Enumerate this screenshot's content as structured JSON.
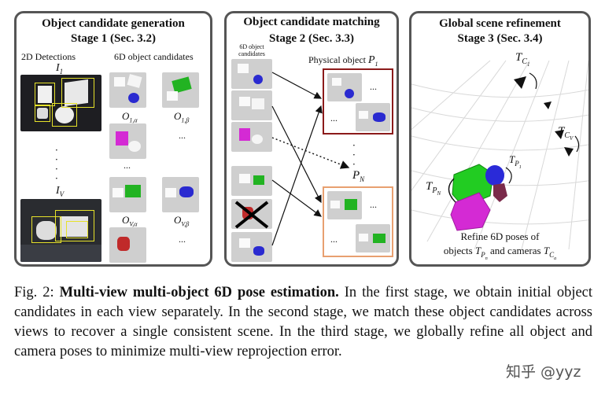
{
  "stage1": {
    "title_line1": "Object candidate generation",
    "title_line2": "Stage 1 (Sec. 3.2)",
    "detections_label": "2D Detections",
    "candidates_label": "6D object candidates",
    "image_1": "I",
    "image_1_sub": "1",
    "image_v": "I",
    "image_v_sub": "V",
    "o1a": "O",
    "o1a_sub": "1,α",
    "o1b": "O",
    "o1b_sub": "1,β",
    "ova": "O",
    "ova_sub": "V,α",
    "ovb": "O",
    "ovb_sub": "V,β",
    "ellipsis": "...",
    "vdots": "·\n·\n·"
  },
  "stage2": {
    "title_line1": "Object candidate matching",
    "title_line2": "Stage 2 (Sec. 3.3)",
    "candidates_label": "6D object candidates",
    "physical_object": "Physical object",
    "p1": "P",
    "p1_sub": "1",
    "pn": "P",
    "pn_sub": "N",
    "ellipsis": "..."
  },
  "stage3": {
    "title_line1": "Global scene refinement",
    "title_line2": "Stage 3 (Sec. 3.4)",
    "tc1": "T",
    "tc1_sub": "C",
    "tc1_subsub": "1",
    "tcv": "T",
    "tcv_sub": "C",
    "tcv_subsub": "V",
    "tp1": "T",
    "tp1_sub": "P",
    "tp1_subsub": "1",
    "tpn": "T",
    "tpn_sub": "P",
    "tpn_subsub": "N",
    "refine_line1": "Refine 6D poses of",
    "refine_line2_a": "objects",
    "refine_line2_b": "and cameras",
    "tpn2": "T",
    "tpn2_sub": "P",
    "tpn2_subsub": "n",
    "tca": "T",
    "tca_sub": "C",
    "tca_subsub": "a"
  },
  "caption": {
    "fig": "Fig. 2:",
    "bold": "Multi-view multi-object 6D pose estimation.",
    "text": "In the first stage, we obtain initial object candidates in each view separately. In the second stage, we match these object candidates across views to recover a single consistent scene. In the third stage, we globally refine all object and camera poses to minimize multi-view reprojection error."
  },
  "watermark": "知乎 @yyz",
  "colors": {
    "panel_border": "#555555",
    "p1_box": "#8b1a1a",
    "pn_box": "#e8a070",
    "green_obj": "#22b322",
    "blue_obj": "#2a2ad0",
    "magenta_obj": "#d42ad4",
    "red_obj": "#c02a2a",
    "bbox_yellow": "#e6e22a"
  }
}
